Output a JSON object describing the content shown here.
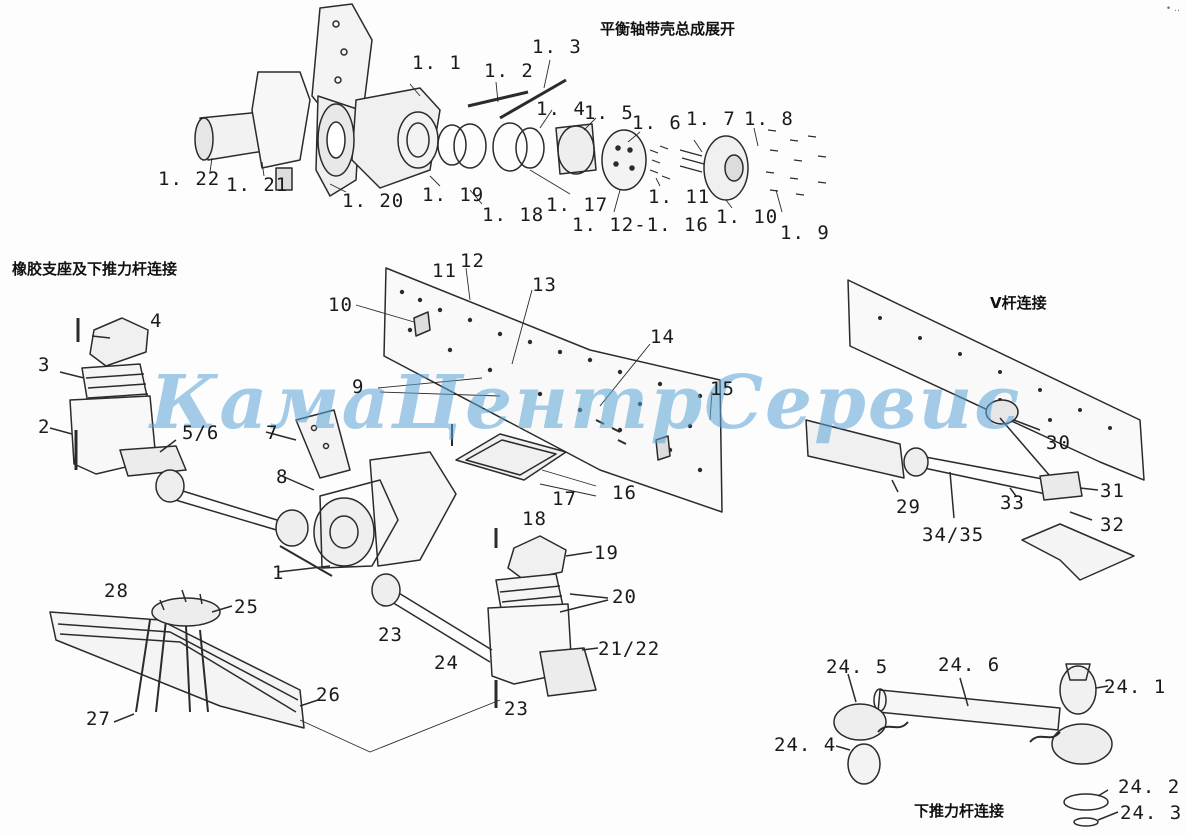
{
  "titles": {
    "balance_shaft": "平衡轴带壳总成展开",
    "rubber_mount": "橡胶支座及下推力杆连接",
    "v_rod": "V杆连接",
    "lower_rod": "下推力杆连接"
  },
  "watermark": "КамаЦентрСервис",
  "corner_mark": "• ‥",
  "callouts": {
    "c1_1": "1. 1",
    "c1_2": "1. 2",
    "c1_3": "1. 3",
    "c1_4": "1. 4",
    "c1_5": "1. 5",
    "c1_6": "1. 6",
    "c1_7": "1. 7",
    "c1_8": "1. 8",
    "c1_9": "1. 9",
    "c1_10": "1. 10",
    "c1_11": "1. 11",
    "c1_12_16": "1. 12-1. 16",
    "c1_17": "1. 17",
    "c1_18": "1. 18",
    "c1_19": "1. 19",
    "c1_20": "1. 20",
    "c1_21": "1. 21",
    "c1_22": "1. 22",
    "n1": "1",
    "n2": "2",
    "n3": "3",
    "n4": "4",
    "n5_6": "5/6",
    "n7": "7",
    "n8": "8",
    "n9": "9",
    "n10": "10",
    "n11": "11",
    "n12": "12",
    "n13": "13",
    "n14": "14",
    "n15": "15",
    "n16": "16",
    "n17": "17",
    "n18": "18",
    "n19": "19",
    "n20": "20",
    "n21_22": "21/22",
    "n23a": "23",
    "n23b": "23",
    "n24": "24",
    "n25": "25",
    "n26": "26",
    "n27": "27",
    "n28": "28",
    "n29": "29",
    "n30": "30",
    "n31": "31",
    "n32": "32",
    "n33": "33",
    "n34_35": "34/35",
    "c24_1": "24. 1",
    "c24_2": "24. 2",
    "c24_3": "24. 3",
    "c24_4": "24. 4",
    "c24_5": "24. 5",
    "c24_6": "24. 6"
  },
  "colors": {
    "line": "#2b2b2b",
    "watermark": "#5aa4d6"
  }
}
